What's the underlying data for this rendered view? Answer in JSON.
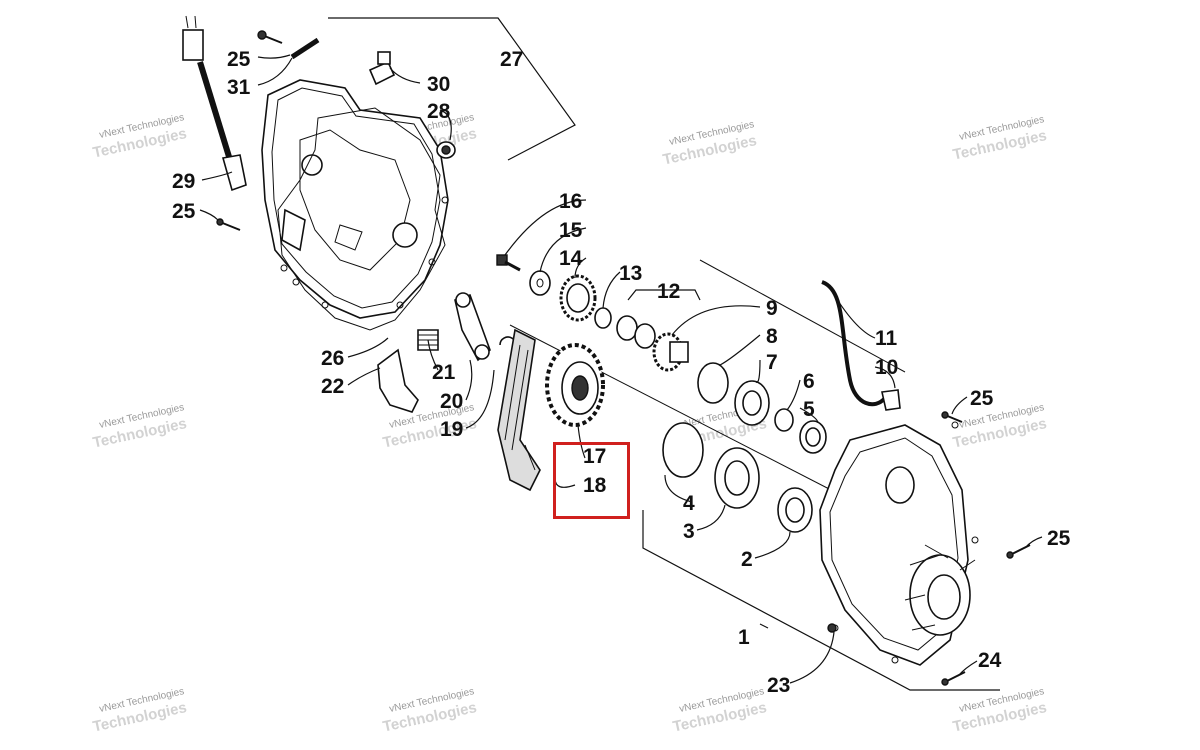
{
  "diagram": {
    "watermark_line1": "vNext Technologies",
    "watermark_line2": "Technologies",
    "highlight_color": "#d0201e",
    "callouts": {
      "c1": "1",
      "c2": "2",
      "c3": "3",
      "c4": "4",
      "c5": "5",
      "c6": "6",
      "c7": "7",
      "c8": "8",
      "c9": "9",
      "c10": "10",
      "c11": "11",
      "c12": "12",
      "c13": "13",
      "c14": "14",
      "c15": "15",
      "c16": "16",
      "c17": "17",
      "c18": "18",
      "c19": "19",
      "c20": "20",
      "c21": "21",
      "c22": "22",
      "c23": "23",
      "c24": "24",
      "c25a": "25",
      "c25b": "25",
      "c25c": "25",
      "c25d": "25",
      "c26": "26",
      "c27": "27",
      "c28": "28",
      "c29": "29",
      "c30": "30",
      "c31": "31"
    }
  }
}
